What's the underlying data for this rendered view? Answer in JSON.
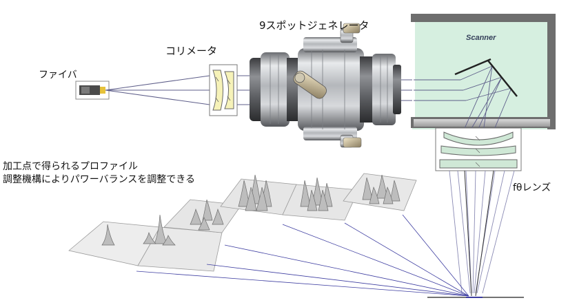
{
  "labels": {
    "fiber": "ファイバ",
    "collimator": "コリメータ",
    "spot_generator": "9スポットジェネレータ",
    "scanner": "Scanner",
    "ftheta_lens": "fθレンズ",
    "profile_line1": "加工点で得られるプロファイル",
    "profile_line2": "調整機構によりパワーバランスを調整できる"
  },
  "colors": {
    "scanner_fill": "#d6efe0",
    "scanner_frame": "#6e6e6e",
    "beam_line": "#5c5c88",
    "profile_ray": "#3c3ca0",
    "collimator_fill": "#f6f2b8",
    "lens_fill": "#cfe8d6",
    "generator_metal": "#b9bcc0"
  },
  "icons": [
    "fiber-connector-icon",
    "collimator-icon",
    "spot-generator-icon",
    "scanner-mirror-icon",
    "ftheta-lens-icon"
  ]
}
